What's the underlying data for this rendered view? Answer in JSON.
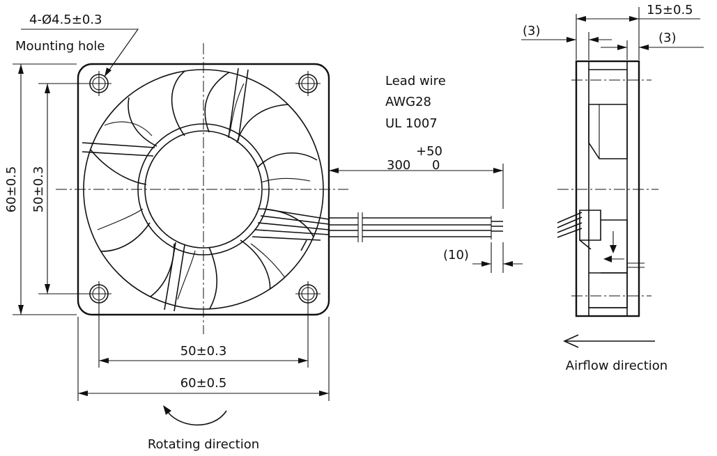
{
  "front_view": {
    "hole_spec": "4-Ø4.5±0.3",
    "hole_label": "Mounting hole",
    "height_outer": "60±0.5",
    "height_pitch": "50±0.3",
    "width_pitch": "50±0.3",
    "width_outer": "60±0.5",
    "rotation_label": "Rotating direction"
  },
  "lead_wire": {
    "line1": "Lead wire",
    "line2": "AWG28",
    "line3": "UL 1007",
    "length": "300",
    "tol_plus": "+50",
    "tol_minus": "0",
    "strip": "(10)"
  },
  "side_view": {
    "thickness": "15±0.5",
    "flange_left": "(3)",
    "flange_right": "(3)",
    "airflow_label": "Airflow direction"
  }
}
